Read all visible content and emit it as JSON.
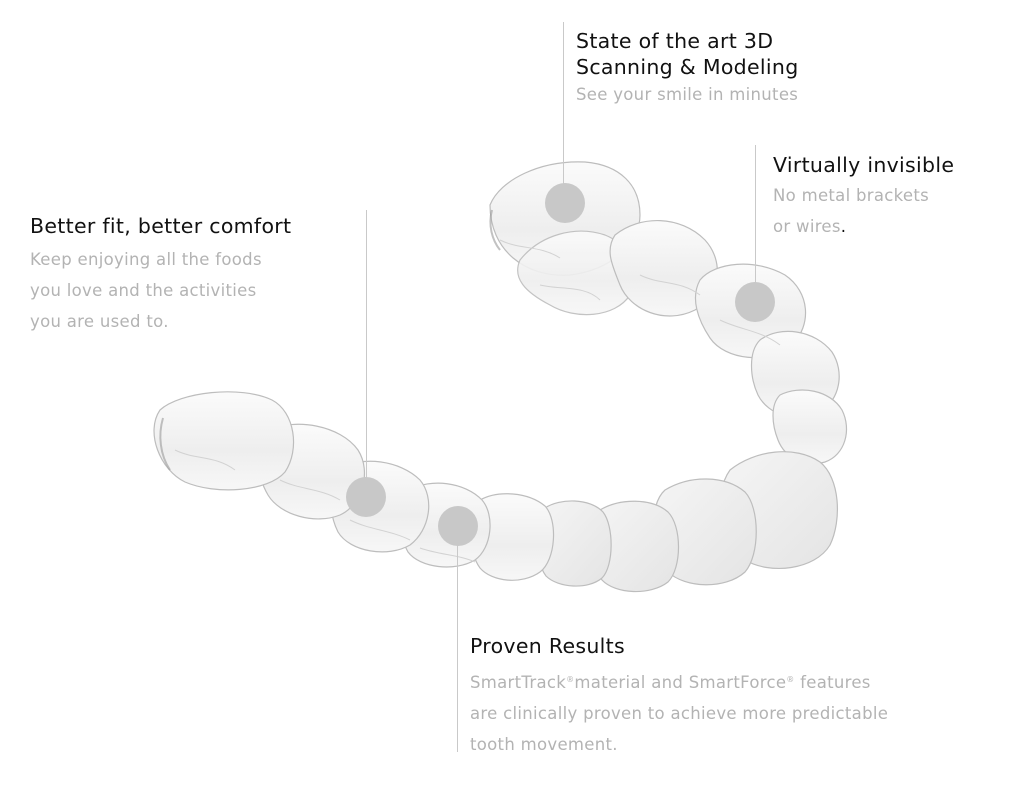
{
  "infographic": {
    "subject": "clear aligner",
    "colors": {
      "background": "#ffffff",
      "title_text": "#111111",
      "description_text": "#b3b3b3",
      "leader_line": "#c9c9c9",
      "marker_dot": "#c8c8c8"
    },
    "callouts": [
      {
        "id": "scanning",
        "title_line1": "State of the art 3D",
        "title_line2": "Scanning & Modeling",
        "description": [
          "See your smile in minutes"
        ]
      },
      {
        "id": "invisible",
        "title_line1": "Virtually invisible",
        "description": [
          "No metal brackets",
          "or wires"
        ],
        "description_end_punct": "."
      },
      {
        "id": "comfort",
        "title_line1": "Better fit, better comfort",
        "description": [
          "Keep enjoying all the foods",
          "you love and the activities",
          "you are used to."
        ]
      },
      {
        "id": "results",
        "title_line1": "Proven Results",
        "description_parts": {
          "brand1": "SmartTrack",
          "reg": "®",
          "text1": "material and ",
          "brand2": "SmartForce",
          "text2": " features"
        },
        "description": [
          "are clinically proven to achieve more predictable",
          "tooth movement."
        ]
      }
    ]
  }
}
